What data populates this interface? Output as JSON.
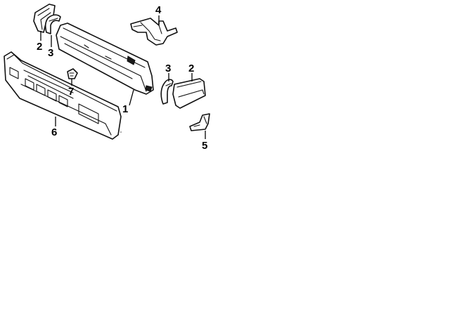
{
  "callouts": [
    {
      "id": "c2a",
      "label": "2",
      "part": "end-cap-left"
    },
    {
      "id": "c3a",
      "label": "3",
      "part": "pad-left"
    },
    {
      "id": "c4",
      "label": "4",
      "part": "upper-bracket"
    },
    {
      "id": "c3b",
      "label": "3",
      "part": "pad-right"
    },
    {
      "id": "c2b",
      "label": "2",
      "part": "end-cap-right"
    },
    {
      "id": "c7",
      "label": "7",
      "part": "clip"
    },
    {
      "id": "c1",
      "label": "1",
      "part": "reinforcement-beam"
    },
    {
      "id": "c6",
      "label": "6",
      "part": "bumper-cover"
    },
    {
      "id": "c5",
      "label": "5",
      "part": "side-bracket"
    }
  ],
  "colors": {
    "line": "#111111",
    "background": "#ffffff"
  }
}
